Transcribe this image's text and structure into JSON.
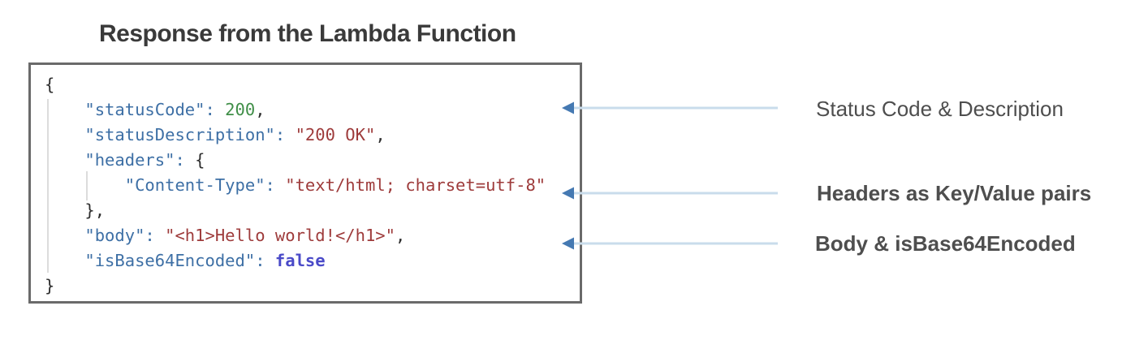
{
  "title": "Response from the Lambda Function",
  "colors": {
    "title_text": "#3A3A3A",
    "label_text": "#4E4E4E",
    "box_border": "#6A6A6A",
    "guide_gray": "#DCDCDC",
    "key_blue": "#3D6FA5",
    "number_green": "#3F8E47",
    "string_red": "#9E3B3B",
    "boolean_blue": "#4A4AC8",
    "punctuation_dark": "#2E2E2E",
    "arrow_line": "#C9DCEB",
    "arrow_head": "#4579B2"
  },
  "code": {
    "language": "json",
    "lines": [
      {
        "seg": [
          {
            "t": "{",
            "c": "plain"
          }
        ]
      },
      {
        "seg": [
          {
            "t": "    ",
            "c": "plain"
          },
          {
            "t": "\"statusCode\":",
            "c": "key"
          },
          {
            "t": " ",
            "c": "plain"
          },
          {
            "t": "200",
            "c": "num"
          },
          {
            "t": ",",
            "c": "plain"
          }
        ]
      },
      {
        "seg": [
          {
            "t": "    ",
            "c": "plain"
          },
          {
            "t": "\"statusDescription\":",
            "c": "key"
          },
          {
            "t": " ",
            "c": "plain"
          },
          {
            "t": "\"200 OK\"",
            "c": "str"
          },
          {
            "t": ",",
            "c": "plain"
          }
        ]
      },
      {
        "seg": [
          {
            "t": "    ",
            "c": "plain"
          },
          {
            "t": "\"headers\":",
            "c": "key"
          },
          {
            "t": " {",
            "c": "plain"
          }
        ]
      },
      {
        "seg": [
          {
            "t": "        ",
            "c": "plain"
          },
          {
            "t": "\"Content-Type\":",
            "c": "key"
          },
          {
            "t": " ",
            "c": "plain"
          },
          {
            "t": "\"text/html; charset=utf-8\"",
            "c": "str"
          }
        ]
      },
      {
        "seg": [
          {
            "t": "    },",
            "c": "plain"
          }
        ]
      },
      {
        "seg": [
          {
            "t": "    ",
            "c": "plain"
          },
          {
            "t": "\"body\":",
            "c": "key"
          },
          {
            "t": " ",
            "c": "plain"
          },
          {
            "t": "\"<h1>Hello world!</h1>\"",
            "c": "str"
          },
          {
            "t": ",",
            "c": "plain"
          }
        ]
      },
      {
        "seg": [
          {
            "t": "    ",
            "c": "plain"
          },
          {
            "t": "\"isBase64Encoded\":",
            "c": "key"
          },
          {
            "t": " ",
            "c": "plain"
          },
          {
            "t": "false",
            "c": "bool"
          }
        ]
      },
      {
        "seg": [
          {
            "t": "}",
            "c": "plain"
          }
        ]
      }
    ]
  },
  "annotations": [
    {
      "label": "Status Code & Description"
    },
    {
      "label": "Headers as Key/Value pairs"
    },
    {
      "label": "Body & isBase64Encoded"
    }
  ]
}
